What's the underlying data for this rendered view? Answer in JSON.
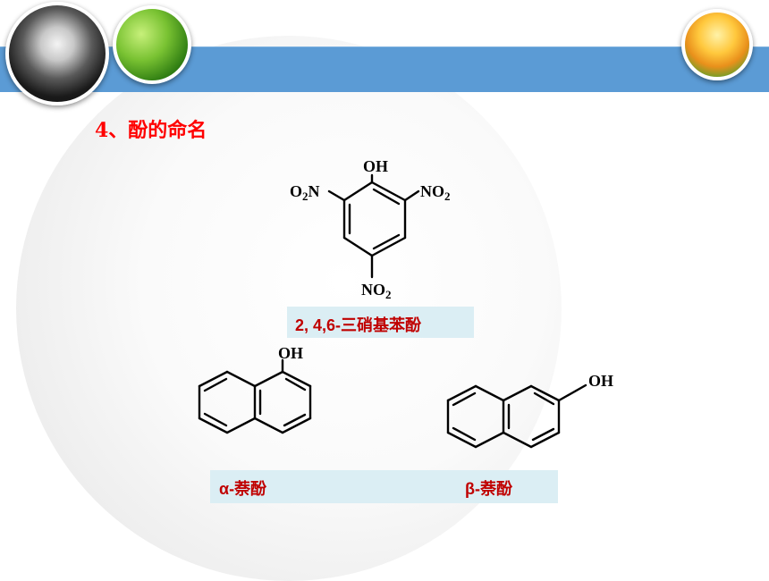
{
  "heading": "4、酚的命名",
  "tnp": {
    "oh": "OH",
    "o2n_o": "O",
    "o2n_sub": "2",
    "o2n_n": "N",
    "no2_right_n": "NO",
    "no2_right_sub": "2",
    "no2_bottom_n": "NO",
    "no2_bottom_sub": "2",
    "name": "2, 4,6-三硝基苯酚"
  },
  "alpha": {
    "oh": "OH",
    "name": "α-萘酚"
  },
  "beta": {
    "oh": "OH",
    "name": "β-萘酚"
  },
  "colors": {
    "accent_red": "#c00000",
    "heading_red": "#ff0000",
    "band_blue": "#5b9bd5",
    "label_bg": "#dbeef4"
  }
}
